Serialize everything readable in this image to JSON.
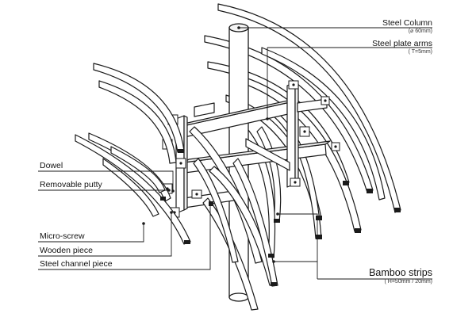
{
  "labels": {
    "steel_column": {
      "name": "Steel Column",
      "spec": "(⌀ 60mm)"
    },
    "steel_plate_arms": {
      "name": "Steel plate arms",
      "spec": "( T=5mm)"
    },
    "dowel": "Dowel",
    "removable_putty": "Removable putty",
    "micro_screw": "Micro-screw",
    "wooden_piece": "Wooden piece",
    "steel_channel_piece": "Steel channel piece",
    "bamboo_strips": {
      "name": "Bamboo strips",
      "spec": "( H=50mm / 20mm)"
    }
  },
  "colors": {
    "line": "#1a1a1a",
    "fill": "#ffffff",
    "shade": "#e6e6e6"
  }
}
